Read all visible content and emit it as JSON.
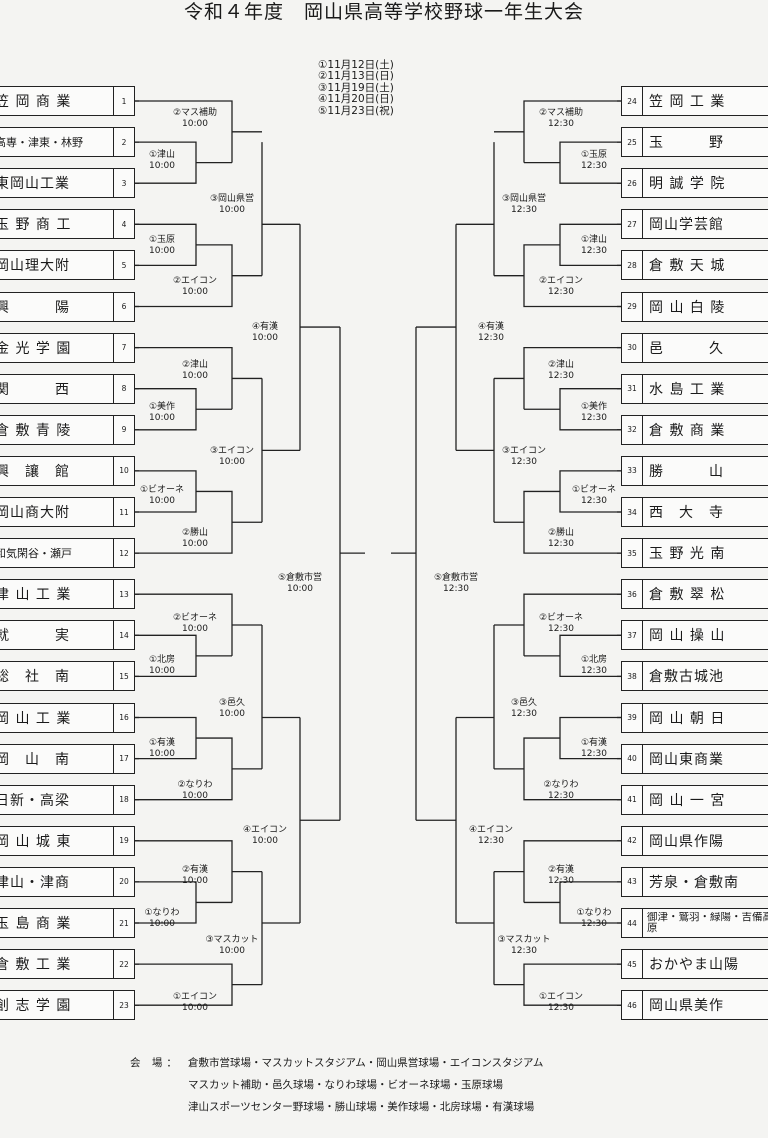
{
  "title": "令和４年度　岡山県高等学校野球一年生大会",
  "dates": [
    "①11月12日(土)",
    "②11月13日(日)",
    "③11月19日(土)",
    "④11月20日(日)",
    "⑤11月23日(祝)"
  ],
  "left_teams": [
    {
      "no": "1",
      "name": "笠 岡 商 業"
    },
    {
      "no": "2",
      "name": "高専・津東・林野"
    },
    {
      "no": "3",
      "name": "東岡山工業"
    },
    {
      "no": "4",
      "name": "玉 野 商 工"
    },
    {
      "no": "5",
      "name": "岡山理大附"
    },
    {
      "no": "6",
      "name": "興　　　陽"
    },
    {
      "no": "7",
      "name": "金 光 学 園"
    },
    {
      "no": "8",
      "name": "関　　　西"
    },
    {
      "no": "9",
      "name": "倉 敷 青 陵"
    },
    {
      "no": "10",
      "name": "興　讓　館"
    },
    {
      "no": "11",
      "name": "岡山商大附"
    },
    {
      "no": "12",
      "name": "和気閑谷・瀬戸"
    },
    {
      "no": "13",
      "name": "津 山 工 業"
    },
    {
      "no": "14",
      "name": "就　　　実"
    },
    {
      "no": "15",
      "name": "総　社　南"
    },
    {
      "no": "16",
      "name": "岡 山 工 業"
    },
    {
      "no": "17",
      "name": "岡　山　南"
    },
    {
      "no": "18",
      "name": "日新・高梁"
    },
    {
      "no": "19",
      "name": "岡 山 城 東"
    },
    {
      "no": "20",
      "name": "津山・津商"
    },
    {
      "no": "21",
      "name": "玉 島 商 業"
    },
    {
      "no": "22",
      "name": "倉 敷 工 業"
    },
    {
      "no": "23",
      "name": "創 志 学 園"
    }
  ],
  "right_teams": [
    {
      "no": "24",
      "name": "笠 岡 工 業"
    },
    {
      "no": "25",
      "name": "玉　　　野"
    },
    {
      "no": "26",
      "name": "明 誠 学 院"
    },
    {
      "no": "27",
      "name": "岡山学芸館"
    },
    {
      "no": "28",
      "name": "倉 敷 天 城"
    },
    {
      "no": "29",
      "name": "岡 山 白 陵"
    },
    {
      "no": "30",
      "name": "邑　　　久"
    },
    {
      "no": "31",
      "name": "水 島 工 業"
    },
    {
      "no": "32",
      "name": "倉 敷 商 業"
    },
    {
      "no": "33",
      "name": "勝　　　山"
    },
    {
      "no": "34",
      "name": "西　大　寺"
    },
    {
      "no": "35",
      "name": "玉 野 光 南"
    },
    {
      "no": "36",
      "name": "倉 敷 翠 松"
    },
    {
      "no": "37",
      "name": "岡 山 操 山"
    },
    {
      "no": "38",
      "name": "倉敷古城池"
    },
    {
      "no": "39",
      "name": "岡 山 朝 日"
    },
    {
      "no": "40",
      "name": "岡山東商業"
    },
    {
      "no": "41",
      "name": "岡 山 一 宮"
    },
    {
      "no": "42",
      "name": "岡山県作陽"
    },
    {
      "no": "43",
      "name": "芳泉・倉敷南"
    },
    {
      "no": "44",
      "name": "御津・鷲羽・緑陽・吉備高原"
    },
    {
      "no": "45",
      "name": "おかやま山陽"
    },
    {
      "no": "46",
      "name": "岡山県美作"
    }
  ],
  "left_games": [
    {
      "text": "②マス補助\n10:00"
    },
    {
      "text": "①津山\n10:00"
    },
    {
      "text": "③岡山県営\n10:00"
    },
    {
      "text": "①玉原\n10:00"
    },
    {
      "text": "②エイコン\n10:00"
    },
    {
      "text": "④有漢\n10:00"
    },
    {
      "text": "②津山\n10:00"
    },
    {
      "text": "①美作\n10:00"
    },
    {
      "text": "③エイコン\n10:00"
    },
    {
      "text": "①ビオーネ\n10:00"
    },
    {
      "text": "②勝山\n10:00"
    },
    {
      "text": "⑤倉敷市営\n10:00"
    },
    {
      "text": "②ビオーネ\n10:00"
    },
    {
      "text": "①北房\n10:00"
    },
    {
      "text": "③邑久\n10:00"
    },
    {
      "text": "①有漢\n10:00"
    },
    {
      "text": "②なりわ\n10:00"
    },
    {
      "text": "④エイコン\n10:00"
    },
    {
      "text": "②有漢\n10:00"
    },
    {
      "text": "①なりわ\n10:00"
    },
    {
      "text": "③マスカット\n10:00"
    },
    {
      "text": "①エイコン\n10:00"
    }
  ],
  "right_games": [
    {
      "text": "②マス補助\n12:30"
    },
    {
      "text": "①玉原\n12:30"
    },
    {
      "text": "③岡山県営\n12:30"
    },
    {
      "text": "①津山\n12:30"
    },
    {
      "text": "②エイコン\n12:30"
    },
    {
      "text": "④有漢\n12:30"
    },
    {
      "text": "②津山\n12:30"
    },
    {
      "text": "①美作\n12:30"
    },
    {
      "text": "③エイコン\n12:30"
    },
    {
      "text": "①ビオーネ\n12:30"
    },
    {
      "text": "②勝山\n12:30"
    },
    {
      "text": "⑤倉敷市営\n12:30"
    },
    {
      "text": "②ビオーネ\n12:30"
    },
    {
      "text": "①北房\n12:30"
    },
    {
      "text": "③邑久\n12:30"
    },
    {
      "text": "①有漢\n12:30"
    },
    {
      "text": "②なりわ\n12:30"
    },
    {
      "text": "④エイコン\n12:30"
    },
    {
      "text": "②有漢\n12:30"
    },
    {
      "text": "①なりわ\n12:30"
    },
    {
      "text": "③マスカット\n12:30"
    },
    {
      "text": "①エイコン\n12:30"
    }
  ],
  "venues": {
    "label": "会 場：",
    "lines": [
      "倉敷市営球場・マスカットスタジアム・岡山県営球場・エイコンスタジアム",
      "マスカット補助・邑久球場・なりわ球場・ビオーネ球場・玉原球場",
      "津山スポーツセンター野球場・勝山球場・美作球場・北房球場・有漢球場"
    ]
  }
}
